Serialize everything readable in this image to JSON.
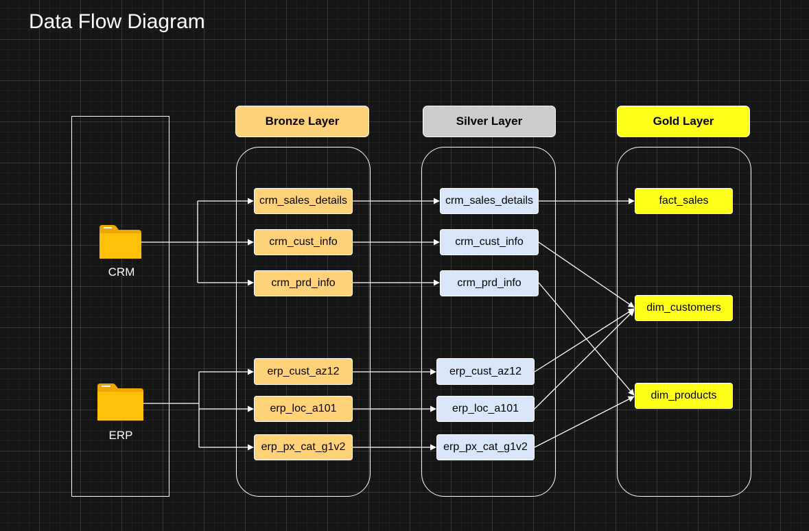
{
  "title": "Data Flow Diagram",
  "sources": [
    {
      "id": "crm",
      "label": "CRM",
      "icon": "folder-icon"
    },
    {
      "id": "erp",
      "label": "ERP",
      "icon": "folder-icon"
    }
  ],
  "layers": {
    "bronze": {
      "label": "Bronze Layer",
      "header_color": "#ffd27a",
      "tables": [
        "crm_sales_details",
        "crm_cust_info",
        "crm_prd_info",
        "erp_cust_az12",
        "erp_loc_a101",
        "erp_px_cat_g1v2"
      ]
    },
    "silver": {
      "label": "Silver Layer",
      "header_color": "#cccccc",
      "tables": [
        "crm_sales_details",
        "crm_cust_info",
        "crm_prd_info",
        "erp_cust_az12",
        "erp_loc_a101",
        "erp_px_cat_g1v2"
      ]
    },
    "gold": {
      "label": "Gold Layer",
      "header_color": "#ffff1a",
      "tables": [
        "fact_sales",
        "dim_customers",
        "dim_products"
      ]
    }
  },
  "colors": {
    "background": "#161616",
    "bronze": "#ffd27a",
    "silver": "#d9e6fa",
    "gold": "#ffff1a",
    "folder": "#ffc107",
    "lines": "#ffffff"
  }
}
